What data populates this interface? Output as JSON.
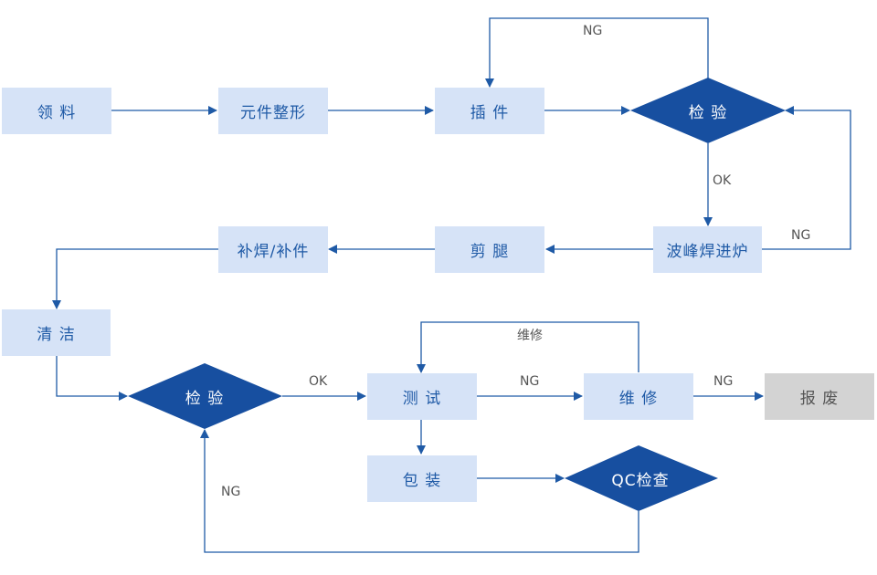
{
  "colors": {
    "box_fill": "#d6e3f7",
    "box_text": "#1f5aa6",
    "diamond_fill": "#174fa0",
    "line": "#1f5aa6",
    "scrap_fill": "#d3d3d3"
  },
  "nodes": {
    "lingliao": "领 料",
    "zhengxing": "元件整形",
    "chajian": "插 件",
    "jianyan1": "检 验",
    "bofenghan": "波峰焊进炉",
    "jiantui": "剪 腿",
    "buhan": "补焊/补件",
    "qingjie": "清 洁",
    "jianyan2": "检 验",
    "ceshi": "测 试",
    "weixiu": "维 修",
    "baofei": "报 废",
    "baozhuang": "包 装",
    "qc": "QC检查"
  },
  "labels": {
    "ng_top": "NG",
    "ok_mid": "OK",
    "ng_right": "NG",
    "weixiu_loop": "维修",
    "ok_bottom": "OK",
    "ng_test": "NG",
    "ng_repair": "NG",
    "ng_bottom": "NG"
  }
}
